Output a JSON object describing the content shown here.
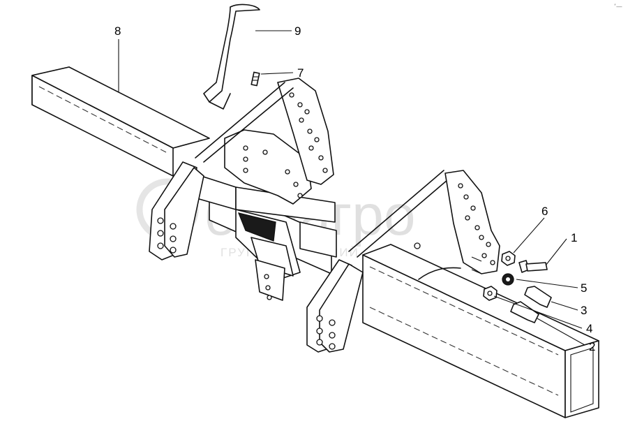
{
  "watermark": {
    "brand": "белагро",
    "tagline": "ГРУППА КОМПАНИЙ"
  },
  "corner_mark": "ʻ—",
  "callouts": [
    {
      "id": "1",
      "text": "1"
    },
    {
      "id": "2",
      "text": "2"
    },
    {
      "id": "3",
      "text": "3"
    },
    {
      "id": "4",
      "text": "4"
    },
    {
      "id": "5",
      "text": "5"
    },
    {
      "id": "6",
      "text": "6"
    },
    {
      "id": "7",
      "text": "7"
    },
    {
      "id": "8",
      "text": "8"
    },
    {
      "id": "9",
      "text": "9"
    }
  ]
}
